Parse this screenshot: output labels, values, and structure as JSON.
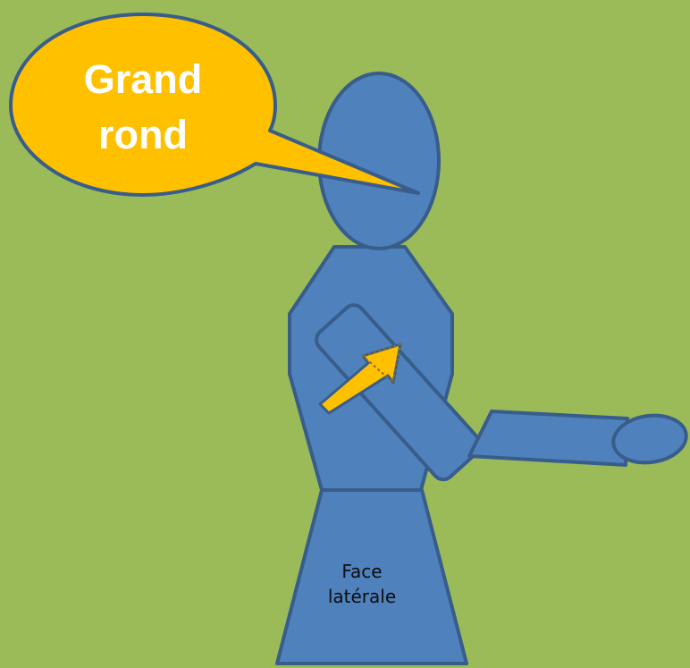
{
  "callout": {
    "line1": "Grand",
    "line2": "rond"
  },
  "body_label": {
    "line1": "Face",
    "line2": "latérale"
  },
  "colors": {
    "background": "#9bbb59",
    "figure_fill": "#4f81bd",
    "figure_stroke": "#385d8a",
    "callout_fill": "#ffc000",
    "arrow_fill": "#ffc000"
  }
}
